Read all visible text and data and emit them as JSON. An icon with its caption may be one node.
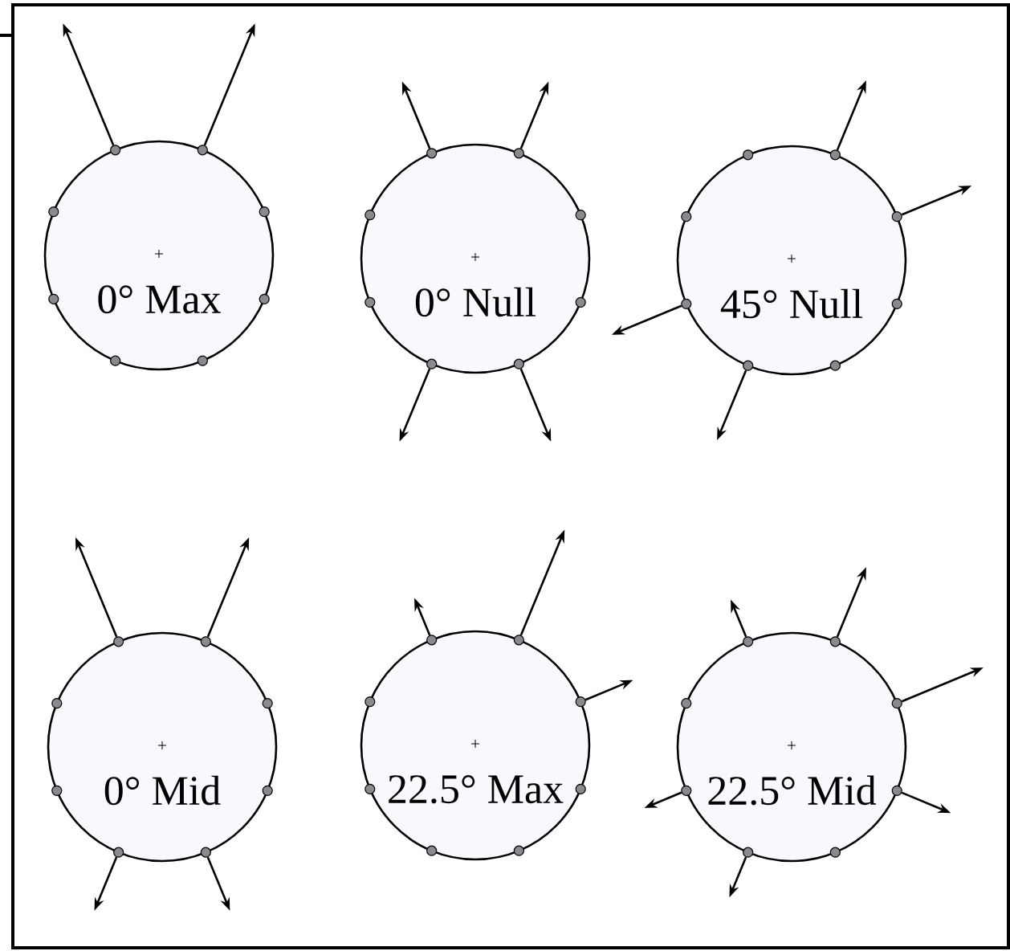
{
  "diagram": {
    "nodes": [
      {
        "text": [
          "0° Max"
        ]
      },
      {
        "text": [],
        "shape": "circle"
      },
      {
        "text": [],
        "shape": "circle"
      },
      {
        "text": [],
        "shape": "circle"
      },
      {
        "text": [],
        "shape": "circle"
      },
      {
        "text": [],
        "shape": "circle"
      },
      {
        "text": [],
        "shape": "circle"
      },
      {
        "text": [],
        "shape": "circle"
      },
      {
        "text": [],
        "shape": "circle"
      },
      {
        "text": [
          "0° Null"
        ]
      },
      {
        "text": [],
        "shape": "circle"
      },
      {
        "text": [],
        "shape": "circle"
      },
      {
        "text": [],
        "shape": "circle"
      },
      {
        "text": [],
        "shape": "circle"
      },
      {
        "text": [],
        "shape": "circle"
      },
      {
        "text": [],
        "shape": "circle"
      },
      {
        "text": [],
        "shape": "circle"
      },
      {
        "text": [],
        "shape": "circle"
      },
      {
        "text": [
          "45° Null"
        ]
      },
      {
        "text": [],
        "shape": "circle"
      },
      {
        "text": [],
        "shape": "circle"
      },
      {
        "text": [],
        "shape": "circle"
      },
      {
        "text": [],
        "shape": "circle"
      },
      {
        "text": [],
        "shape": "circle"
      },
      {
        "text": [],
        "shape": "circle"
      },
      {
        "text": [],
        "shape": "circle"
      },
      {
        "text": [],
        "shape": "circle"
      },
      {
        "text": [
          "0° Mid"
        ]
      },
      {
        "text": [],
        "shape": "circle"
      },
      {
        "text": [],
        "shape": "circle"
      },
      {
        "text": [],
        "shape": "circle"
      },
      {
        "text": [],
        "shape": "circle"
      },
      {
        "text": [],
        "shape": "circle"
      },
      {
        "text": [],
        "shape": "circle"
      },
      {
        "text": [],
        "shape": "circle"
      },
      {
        "text": [],
        "shape": "circle"
      },
      {
        "text": [
          "22.5° Max"
        ]
      },
      {
        "text": [],
        "shape": "circle"
      },
      {
        "text": [],
        "shape": "circle"
      },
      {
        "text": [],
        "shape": "circle"
      },
      {
        "text": [],
        "shape": "circle"
      },
      {
        "text": [],
        "shape": "circle"
      },
      {
        "text": [],
        "shape": "circle"
      },
      {
        "text": [],
        "shape": "circle"
      },
      {
        "text": [],
        "shape": "circle"
      },
      {
        "text": [
          "22.5° Mid"
        ]
      },
      {
        "text": [],
        "shape": "circle"
      },
      {
        "text": [],
        "shape": "circle"
      },
      {
        "text": [],
        "shape": "circle"
      },
      {
        "text": [],
        "shape": "circle"
      },
      {
        "text": [],
        "shape": "circle"
      },
      {
        "text": [],
        "shape": "circle"
      },
      {
        "text": [],
        "shape": "circle"
      },
      {
        "text": [],
        "shape": "circle"
      }
    ],
    "edges": [
      {
        "from": 1,
        "to": null,
        "arrow": "to"
      },
      {
        "from": 2,
        "to": null,
        "arrow": "to"
      },
      {
        "from": 10,
        "to": null,
        "arrow": "to"
      },
      {
        "from": 11,
        "to": null,
        "arrow": "to"
      },
      {
        "from": 16,
        "to": null,
        "arrow": "to"
      },
      {
        "from": 17,
        "to": null,
        "arrow": "to"
      },
      {
        "from": 20,
        "to": null,
        "arrow": "to"
      },
      {
        "from": 22,
        "to": null,
        "arrow": "to"
      },
      {
        "from": 23,
        "to": null,
        "arrow": "to"
      },
      {
        "from": 25,
        "to": null,
        "arrow": "to"
      },
      {
        "from": 28,
        "to": null,
        "arrow": "to"
      },
      {
        "from": 29,
        "to": null,
        "arrow": "to"
      },
      {
        "from": 34,
        "to": null,
        "arrow": "to"
      },
      {
        "from": 35,
        "to": null,
        "arrow": "to"
      },
      {
        "from": 37,
        "to": null,
        "arrow": "to"
      },
      {
        "from": 38,
        "to": null,
        "arrow": "to"
      },
      {
        "from": 40,
        "to": null,
        "arrow": "to"
      },
      {
        "from": 46,
        "to": null,
        "arrow": "to"
      },
      {
        "from": 47,
        "to": null,
        "arrow": "to"
      },
      {
        "from": 49,
        "to": null,
        "arrow": "to"
      },
      {
        "from": 51,
        "to": null,
        "arrow": "to"
      },
      {
        "from": 52,
        "to": null,
        "arrow": "to"
      },
      {
        "from": 50,
        "to": null,
        "arrow": "to"
      }
    ]
  }
}
